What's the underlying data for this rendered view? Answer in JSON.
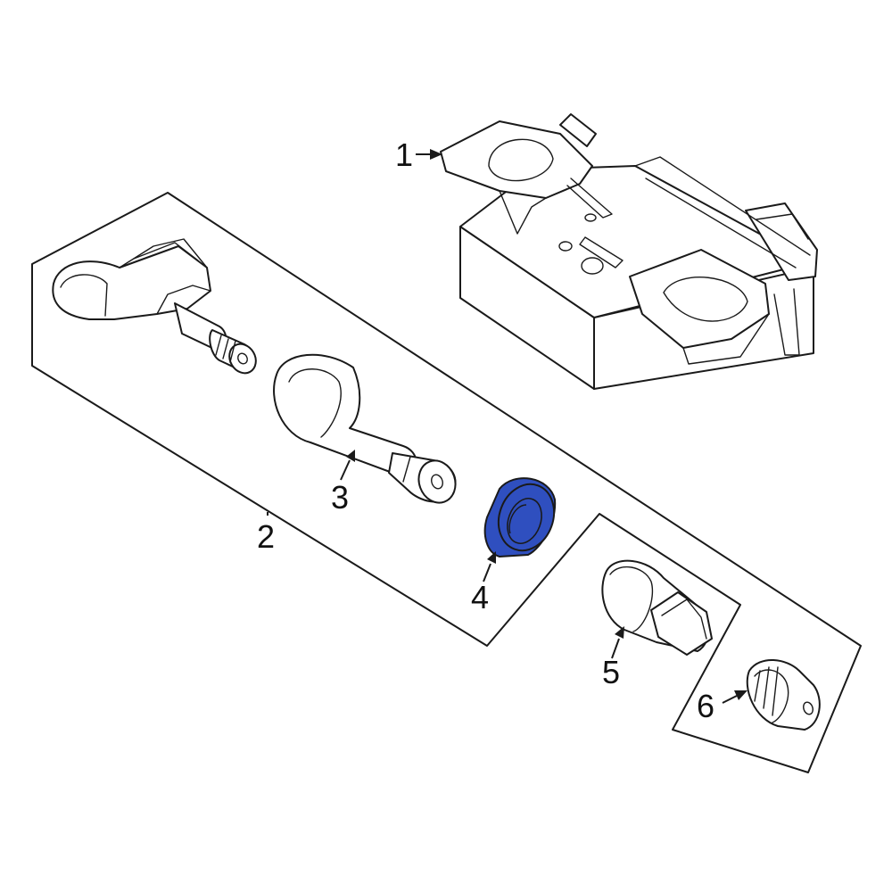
{
  "highlight_color": "#2f4fbf",
  "callouts": [
    {
      "id": "1",
      "label": "1"
    },
    {
      "id": "2",
      "label": "2"
    },
    {
      "id": "3",
      "label": "3"
    },
    {
      "id": "4",
      "label": "4"
    },
    {
      "id": "5",
      "label": "5"
    },
    {
      "id": "6",
      "label": "6"
    }
  ]
}
